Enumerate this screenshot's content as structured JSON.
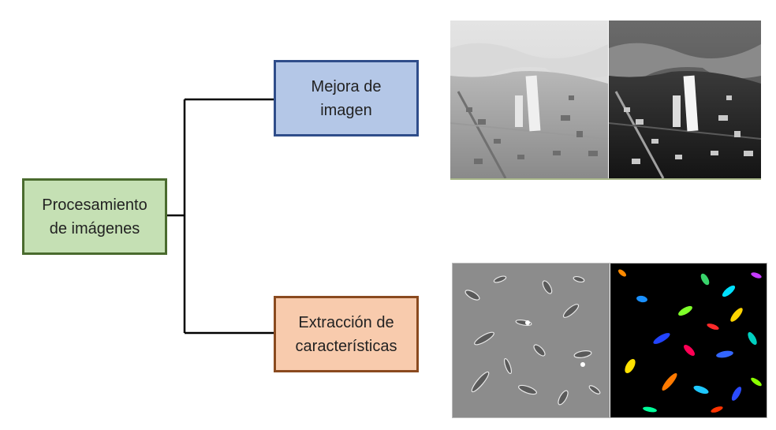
{
  "nodes": {
    "root": {
      "line1": "Procesamiento",
      "line2": "de imágenes"
    },
    "enhancement": {
      "line1": "Mejora de",
      "line2": "imagen"
    },
    "features": {
      "line1": "Extracción de",
      "line2": "características"
    }
  },
  "images": {
    "enhancement": {
      "left": "aerial-photo-low-contrast",
      "right": "aerial-photo-enhanced"
    },
    "features": {
      "left": "cell-micrograph-grayscale",
      "right": "cell-segmentation-colored"
    }
  },
  "colors": {
    "root_fill": "#c5e0b4",
    "root_border": "#4a6b2e",
    "enh_fill": "#b4c7e7",
    "enh_border": "#2f4d8a",
    "feat_fill": "#f8cbad",
    "feat_border": "#8a4a1f",
    "connector": "#000000"
  }
}
